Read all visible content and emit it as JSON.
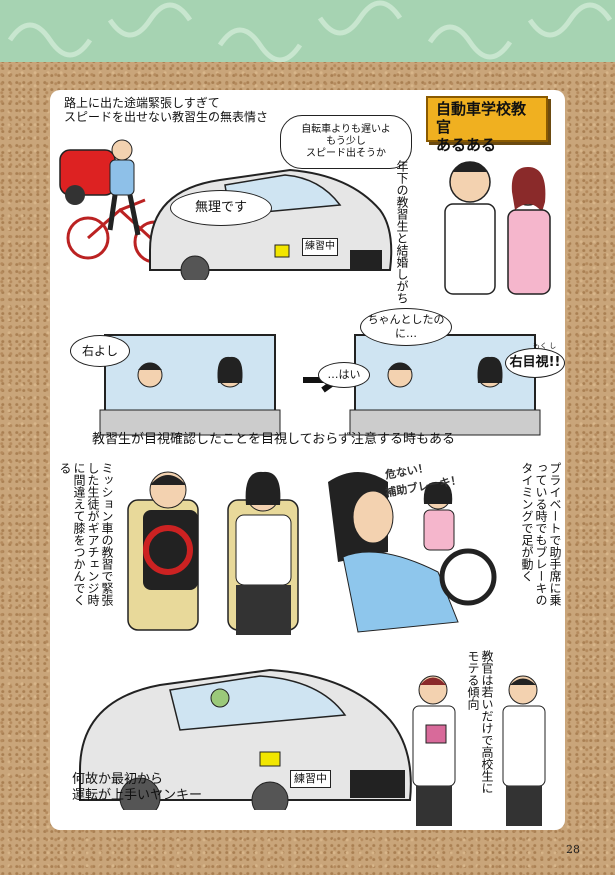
{
  "title": {
    "line1": "自動車学校教官",
    "line2": "あるある"
  },
  "panel1": {
    "caption_line1": "路上に出た途端緊張しすぎて",
    "caption_line2": "スピードを出せない教習生の無表情さ",
    "bubble_line1": "自転車よりも遅いよ",
    "bubble_line2": "もう少し",
    "bubble_line3": "スピード出そうか",
    "reply": "無理です",
    "plate": "練習中"
  },
  "panel2": {
    "caption": "年下の教習生と結婚しがち"
  },
  "panel3": {
    "left_bubble": "右よし",
    "right_bubble1": "ちゃんとしたのに…",
    "right_bubble2": "右目視!!",
    "ruby": "もく し",
    "reply": "…はい",
    "caption": "教習生が目視確認したことを目視しておらず注意する時もある"
  },
  "panel4": {
    "caption": "ミッション車の教習で緊張した生徒がギアチェンジ時に間違えて膝をつかんでくる"
  },
  "panel5": {
    "shout_line1": "危ない！",
    "shout_line2": "補助ブレーキ！",
    "caption": "プライベートで助手席に乗っている時でもブレーキのタイミングで足が動く"
  },
  "panel6": {
    "caption_line1": "何故か最初から",
    "caption_line2": "運転が上手いヤンキー",
    "plate": "練習中"
  },
  "panel7": {
    "caption": "教官は若いだけで高校生にモテる傾向"
  },
  "page_number": "28"
}
